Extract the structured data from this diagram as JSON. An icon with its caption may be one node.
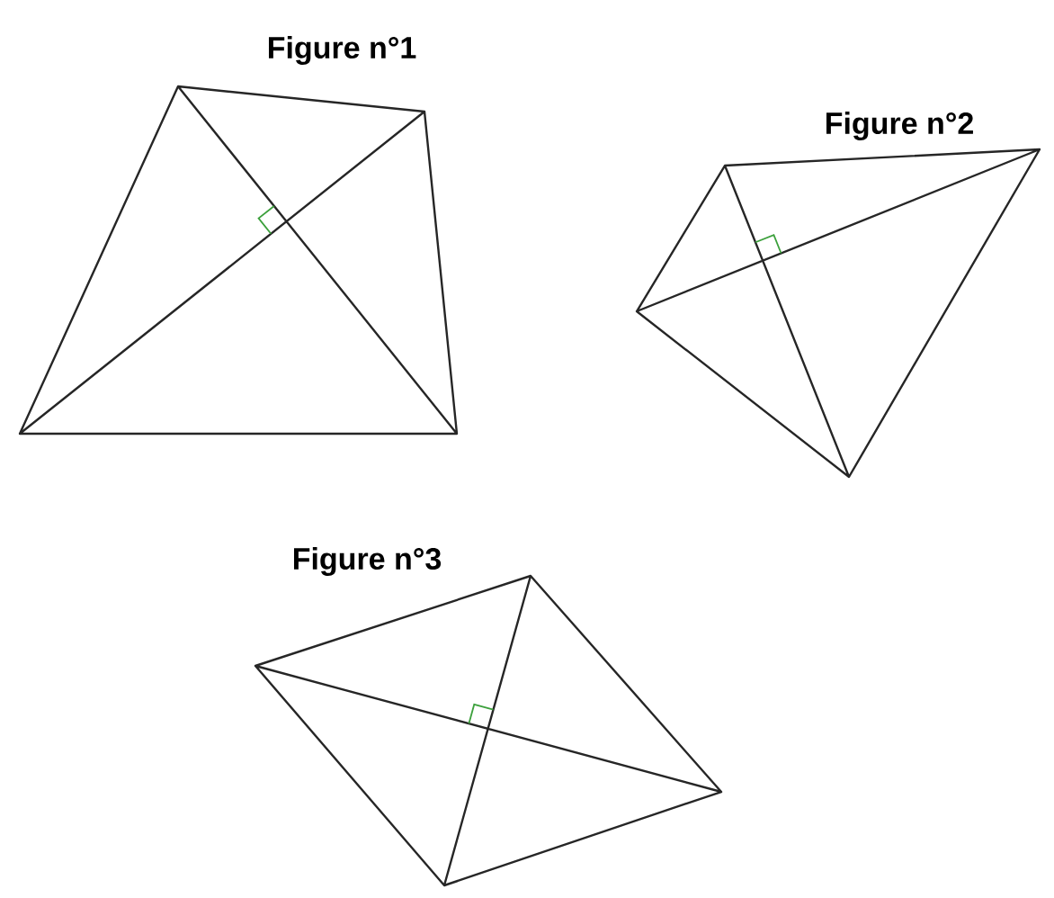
{
  "diagram": {
    "labels": [
      "Figure n°1",
      "Figure n°2",
      "Figure n°3"
    ]
  }
}
